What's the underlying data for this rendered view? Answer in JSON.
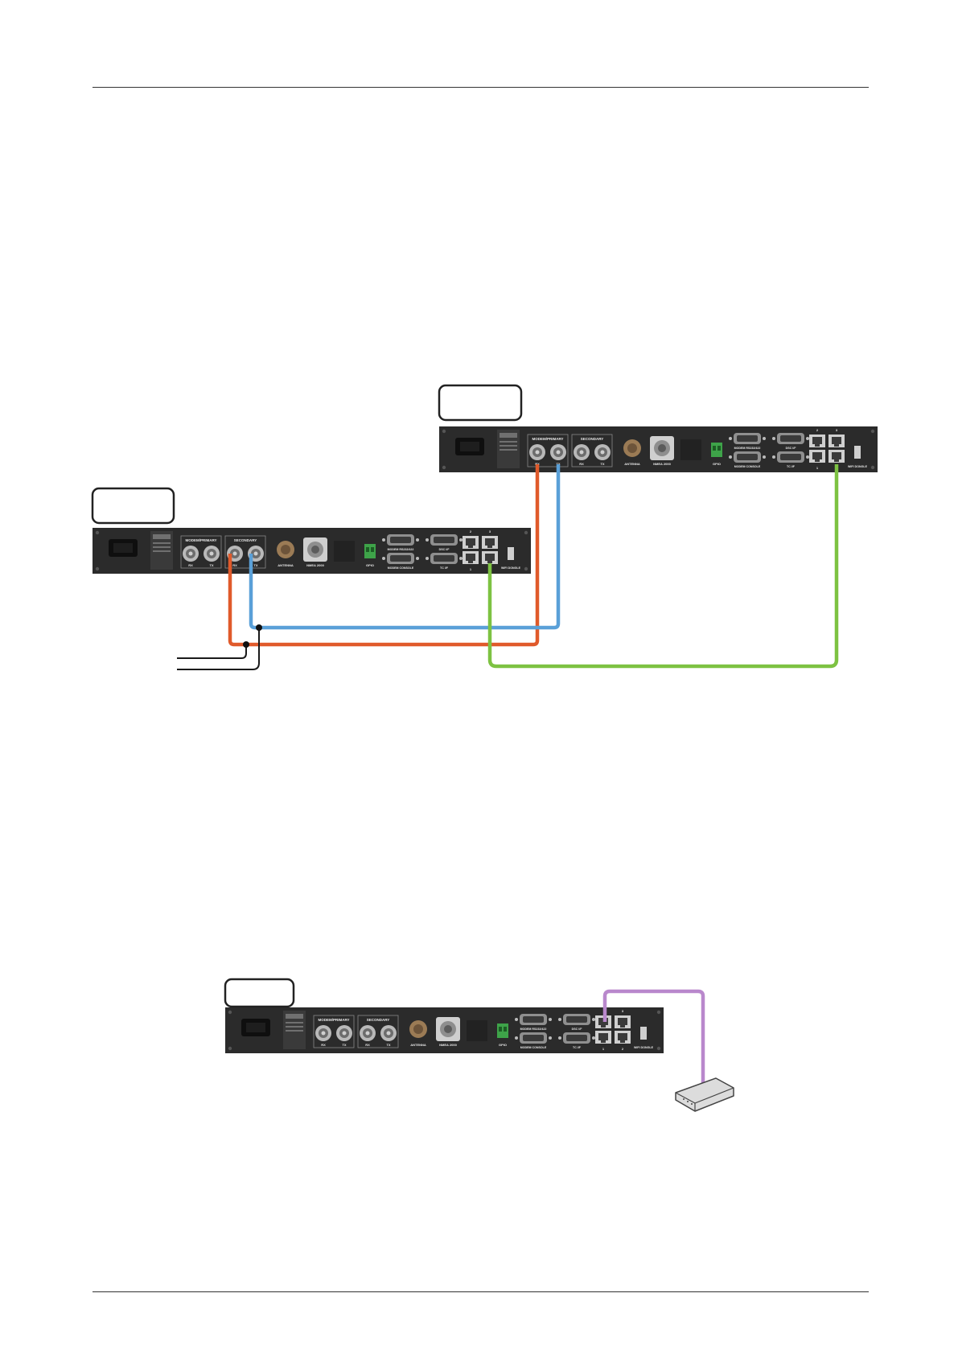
{
  "units": [
    {
      "id": "unit-top",
      "labels": {
        "modem_primary": "MODEM/PRIMARY",
        "secondary": "SECONDARY",
        "rx": "RX",
        "tx": "TX",
        "antenna": "ANTENNA",
        "nmea2000": "NMEA 2000",
        "gpio": "GPIO",
        "modem_rs": "MODEM RS232/422",
        "modem_console": "MODEM CONSOLE",
        "dsc": "DSC I/F",
        "tc": "TC I/F",
        "wifi": "WIFI DONGLE",
        "port1": "1",
        "port2": "2",
        "port3": "3"
      }
    },
    {
      "id": "unit-middle",
      "labels": {
        "modem_primary": "MODEM/PRIMARY",
        "secondary": "SECONDARY",
        "rx": "RX",
        "tx": "TX",
        "antenna": "ANTENNA",
        "nmea2000": "NMEA 2000",
        "gpio": "GPIO",
        "modem_rs": "MODEM RS232/422",
        "modem_console": "MODEM CONSOLE",
        "dsc": "DSC I/F",
        "tc": "TC I/F",
        "wifi": "WIFI DONGLE",
        "port1": "1",
        "port2": "2",
        "port3": "3"
      }
    },
    {
      "id": "unit-bottom",
      "labels": {
        "modem_primary": "MODEM/PRIMARY",
        "secondary": "SECONDARY",
        "rx": "RX",
        "tx": "TX",
        "antenna": "ANTENNA",
        "nmea2000": "NMEA 2000",
        "gpio": "GPIO",
        "modem_rs": "MODEM RS232/422",
        "modem_console": "MODEM CONSOLE",
        "dsc": "DSC I/F",
        "tc": "TC I/F",
        "wifi": "WIFI DONGLE",
        "port1": "1",
        "port2": "2",
        "port3": "3"
      }
    }
  ],
  "colors": {
    "chassis": "#2b2b2b",
    "cable_rx": "#e05a2b",
    "cable_tx": "#5aa0d8",
    "cable_lan": "#7dc242",
    "cable_router": "#b988cc",
    "black_cable": "#1a1a1a",
    "rule": "#333333"
  }
}
